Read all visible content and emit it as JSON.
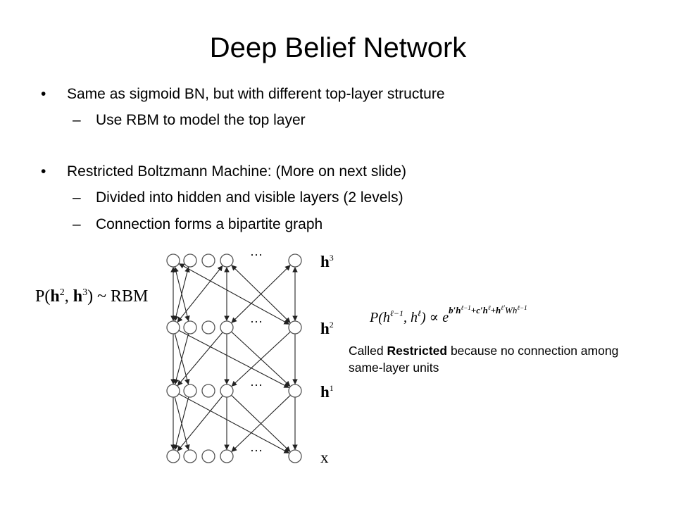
{
  "slide": {
    "title": "Deep Belief Network",
    "bullets": [
      {
        "text": "Same as sigmoid BN, but with different top-layer structure",
        "subs": [
          "Use RBM to model the top layer"
        ]
      },
      {
        "text": "Restricted Boltzmann Machine: (More on next slide)",
        "subs": [
          "Divided into hidden and visible layers (2 levels)",
          "Connection forms a bipartite graph"
        ]
      }
    ],
    "bullet_marker": "•",
    "sub_marker": "–"
  },
  "diagram": {
    "dbn_equation": {
      "lhs_open": "P(",
      "h2": "h",
      "h2_sup": "2",
      "comma": ", ",
      "h3": "h",
      "h3_sup": "3",
      "rhs": ") ~ RBM"
    },
    "layers": [
      {
        "label": "h",
        "sup": "3"
      },
      {
        "label": "h",
        "sup": "2"
      },
      {
        "label": "h",
        "sup": "1"
      },
      {
        "label": "x",
        "sup": ""
      }
    ],
    "ellipsis": "···"
  },
  "rbm_formula": {
    "p_open": "P(h",
    "sup1": "ℓ−1",
    "mid": ", h",
    "sup2": "ℓ",
    "close": ") ∝ e",
    "exponent": "b′h",
    "exp_sup1": "ℓ−1",
    "exponent2": "+c′h",
    "exp_sup2": "ℓ",
    "exponent3": "+h",
    "exp_sup3": "ℓ′",
    "exponent4": "Wh",
    "exp_sup4": "ℓ−1"
  },
  "note": {
    "prefix": "Called ",
    "bold": "Restricted",
    "suffix": " because no connection among same-layer units"
  }
}
